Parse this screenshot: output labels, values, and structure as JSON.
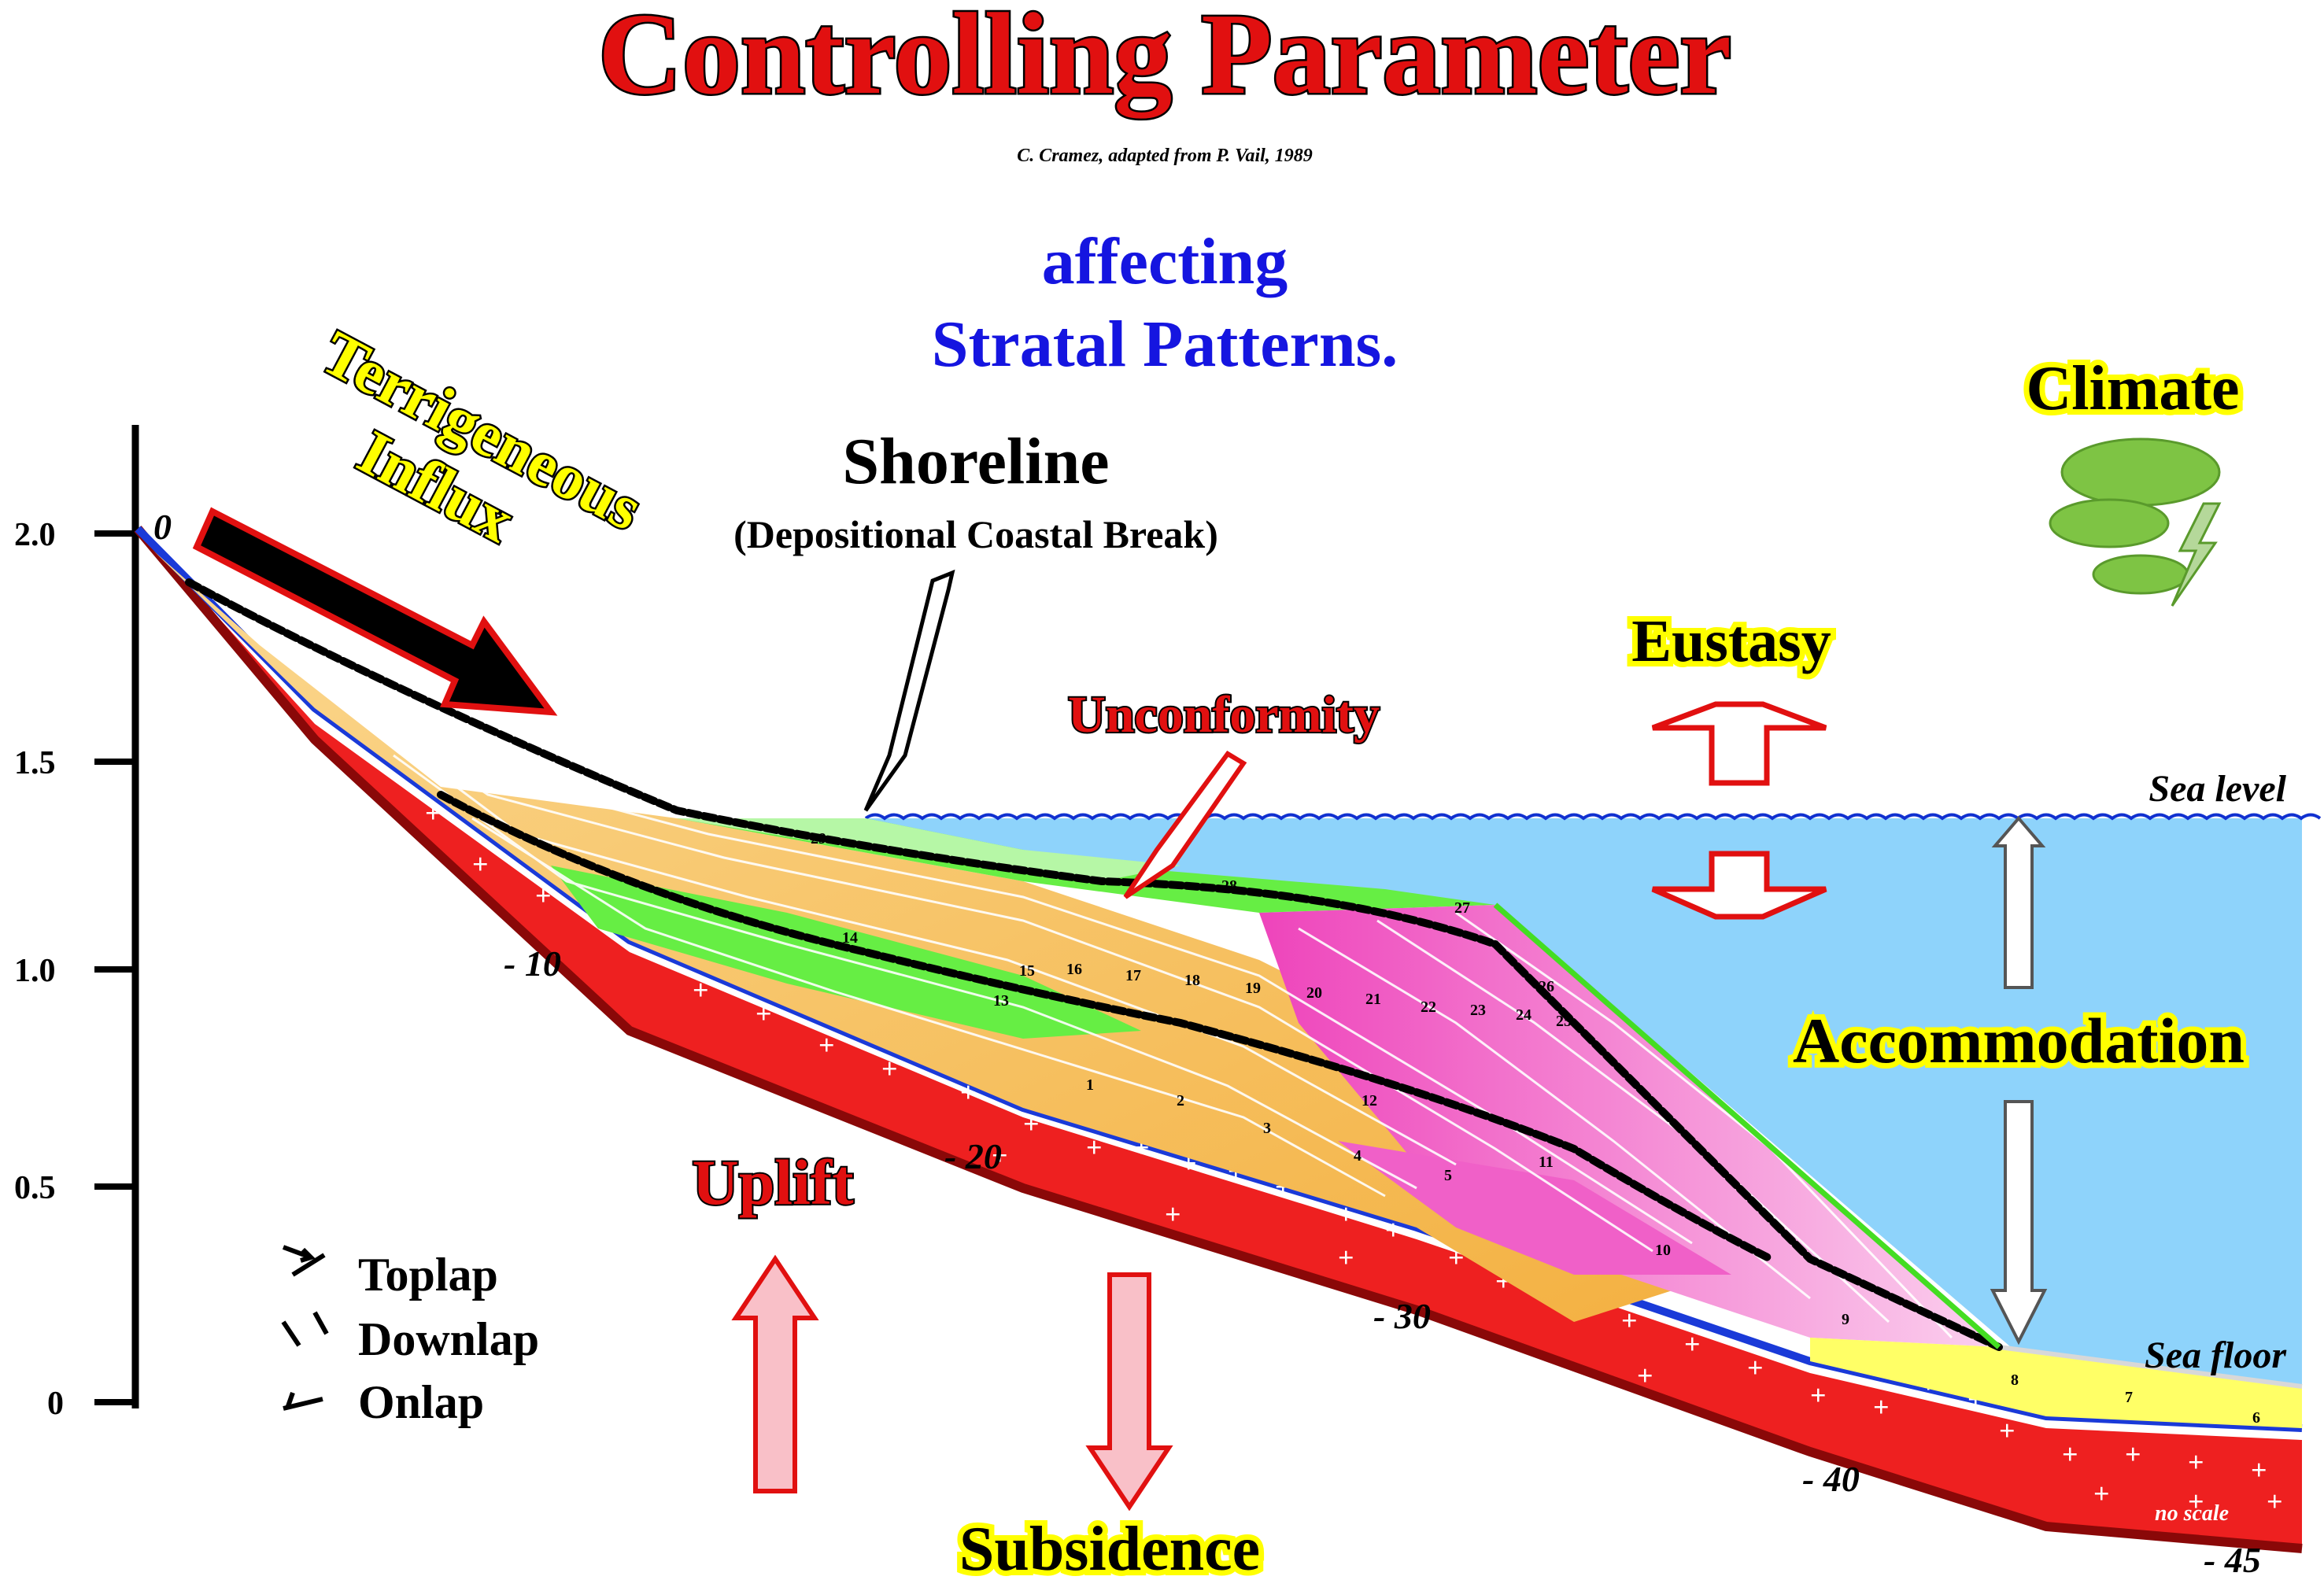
{
  "header": {
    "title": "Controlling Parameter",
    "credit": "C. Cramez, adapted from P. Vail, 1989",
    "subtitle_line1": "affecting",
    "subtitle_line2": "Stratal Patterns."
  },
  "labels": {
    "terrigeneous_1": "Terrigeneous",
    "terrigeneous_2": "Influx",
    "shoreline": "Shoreline",
    "shoreline_sub": "(Depositional Coastal Break)",
    "unconformity": "Unconformity",
    "eustasy": "Eustasy",
    "climate": "Climate",
    "sea_level": "Sea level",
    "accommodation": "Accommodation",
    "sea_floor": "Sea floor",
    "uplift": "Uplift",
    "subsidence": "Subsidence",
    "no_scale": "no scale"
  },
  "legend": {
    "toplap": "Toplap",
    "downlap": "Downlap",
    "onlap": "Onlap"
  },
  "y_axis": {
    "ticks": [
      "2.0",
      "1.5",
      "1.0",
      "0.5",
      "0"
    ]
  },
  "basement_depths": {
    "d0": "0",
    "d10": "- 10",
    "d20": "- 20",
    "d30": "- 30",
    "d40": "-  40",
    "d45": "- 45"
  },
  "sequence_numbers": [
    "1",
    "2",
    "3",
    "4",
    "5",
    "6",
    "7",
    "8",
    "9",
    "10",
    "11",
    "12",
    "13",
    "14",
    "15",
    "16",
    "17",
    "18",
    "19",
    "20",
    "21",
    "22",
    "23",
    "24",
    "25",
    "26",
    "27",
    "28",
    "29"
  ],
  "colors": {
    "title_red": "#e11010",
    "subtitle_blue": "#1515e0",
    "sea": "#8ed3fb",
    "basement_red": "#ee2020",
    "lowstand_orange": "#f8c870",
    "green": "#66ee44",
    "pink": "#f060c8",
    "highlight_yellow": "#ffff00"
  }
}
